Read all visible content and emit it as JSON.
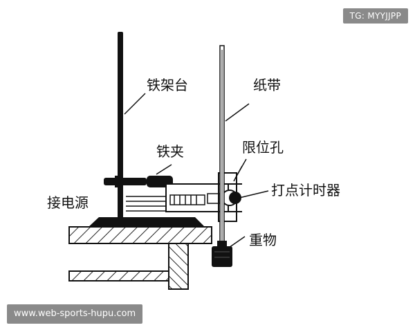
{
  "labels": {
    "stand": "铁架台",
    "tape": "纸带",
    "clamp": "铁夹",
    "limit_hole": "限位孔",
    "power": "接电源",
    "timer": "打点计时器",
    "weight": "重物"
  },
  "watermarks": {
    "top": "TG: MYYJJPP",
    "bottom": "www.web-sports-hupu.com"
  },
  "colors": {
    "ink": "#111111",
    "hatch": "#222222",
    "watermark_bg": "#8a8a8a"
  }
}
